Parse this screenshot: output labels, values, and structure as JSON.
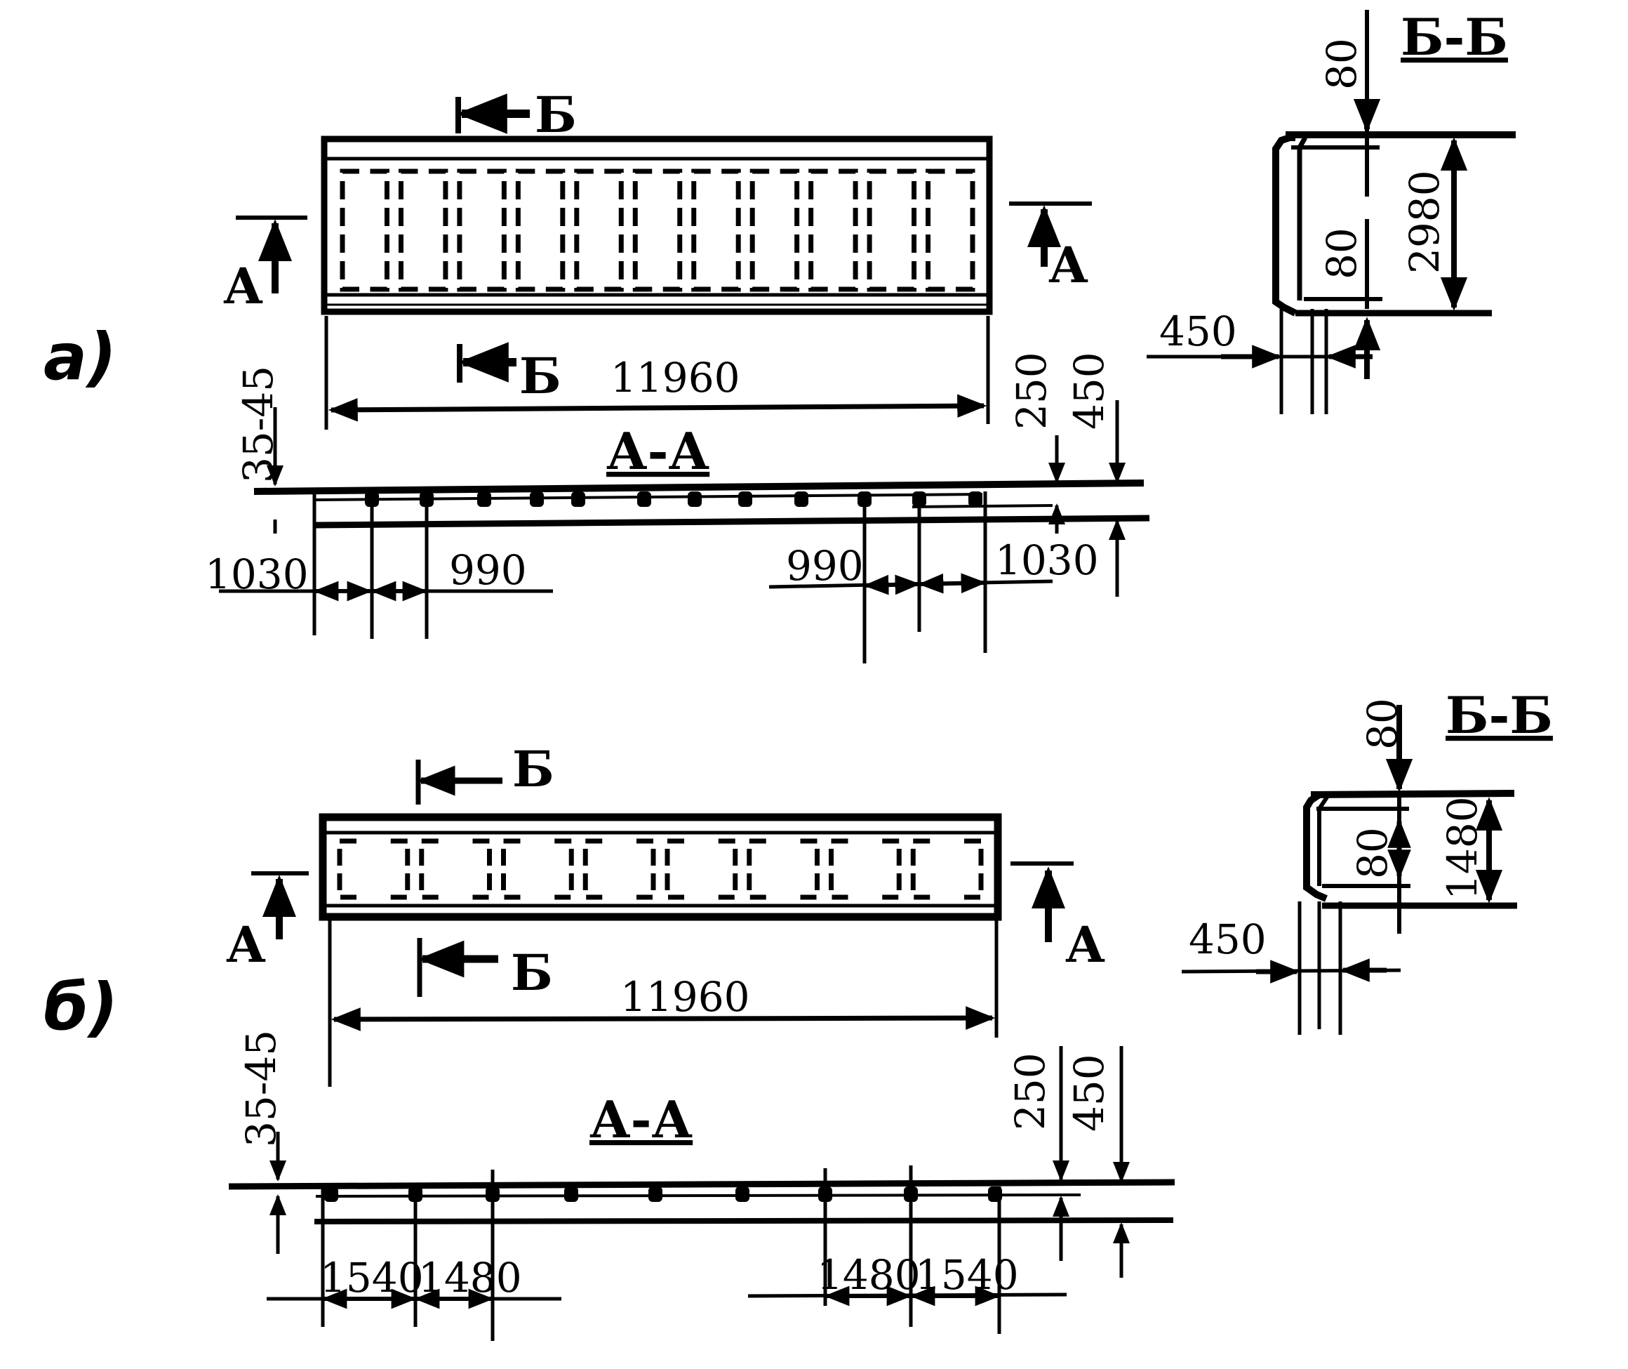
{
  "variant_a": {
    "marker": "а)",
    "section_mark_b": "Б",
    "section_mark_a": "А",
    "span_length": "11960",
    "edge_tolerance": "35-45",
    "section_aa_title": "А-А",
    "rib_height": "250",
    "slab_depth": "450",
    "end_spacing": "1030",
    "rib_spacing": "990",
    "section_bb_title": "Б-Б",
    "bb_flange": "80",
    "bb_width": "2980",
    "bb_rib": "80",
    "bb_depth": "450"
  },
  "variant_b": {
    "marker": "б)",
    "section_mark_b": "Б",
    "section_mark_a": "А",
    "span_length": "11960",
    "edge_tolerance": "35-45",
    "section_aa_title": "А-А",
    "rib_height": "250",
    "slab_depth": "450",
    "end_spacing": "1540",
    "rib_spacing": "1480",
    "section_bb_title": "Б-Б",
    "bb_flange": "80",
    "bb_width": "1480",
    "bb_rib": "80",
    "bb_depth": "450"
  }
}
